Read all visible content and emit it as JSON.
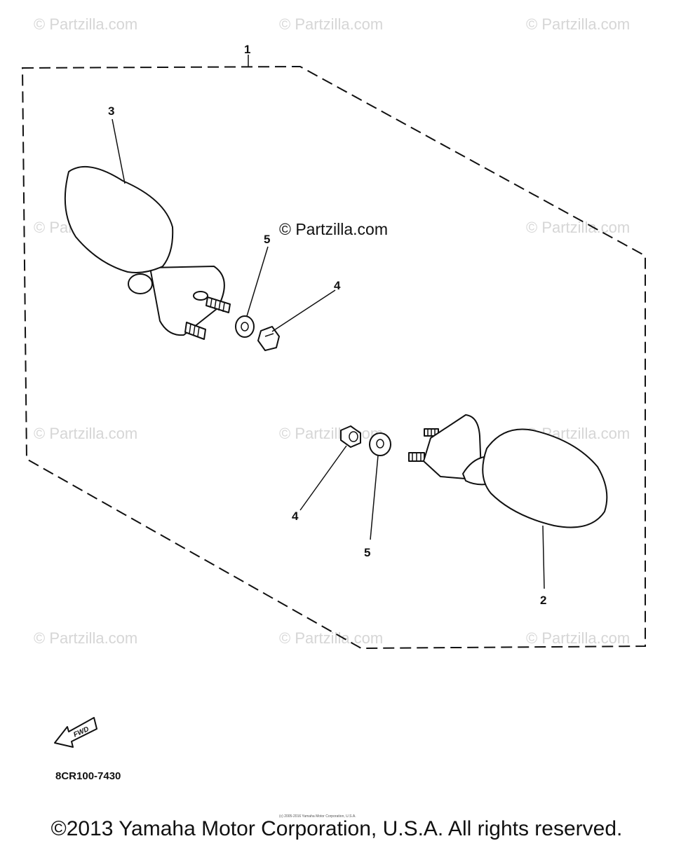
{
  "watermark": "© Partzilla.com",
  "callouts": {
    "assembly": "1",
    "mirror_right": "2",
    "mirror_left": "3",
    "nut_upper": "4",
    "nut_lower": "4",
    "washer_upper": "5",
    "washer_lower": "5"
  },
  "fwd_label": "FWD",
  "diagram_code": "8CR100-7430",
  "fine_print": "(c) 2005-2016 Yamaha Motor Corporation, U.S.A.",
  "copyright": "©2013 Yamaha Motor Corporation, U.S.A. All rights reserved."
}
